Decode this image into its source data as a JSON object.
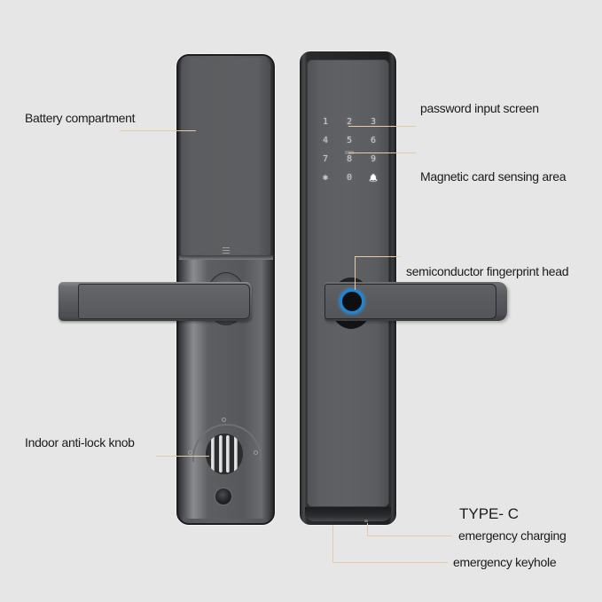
{
  "diagram": {
    "subject": "Smart fingerprint door lock — interior and exterior panels",
    "background_color": "#e6e6e6",
    "leader_color": "#e9c9a6",
    "fingerprint_ring_color": "#1f86d6"
  },
  "callouts": {
    "battery": "Battery compartment",
    "password": "password input screen",
    "magnetic_card": "Magnetic card sensing area",
    "fingerprint": "semiconductor fingerprint head",
    "knob": "Indoor anti-lock knob",
    "type_c_title": "TYPE- C",
    "charging": "emergency charging",
    "keyhole": "emergency keyhole"
  },
  "keypad": {
    "keys": [
      "1",
      "2",
      "3",
      "4",
      "5",
      "6",
      "7",
      "8",
      "9",
      "✱",
      "0",
      "🔔"
    ]
  }
}
